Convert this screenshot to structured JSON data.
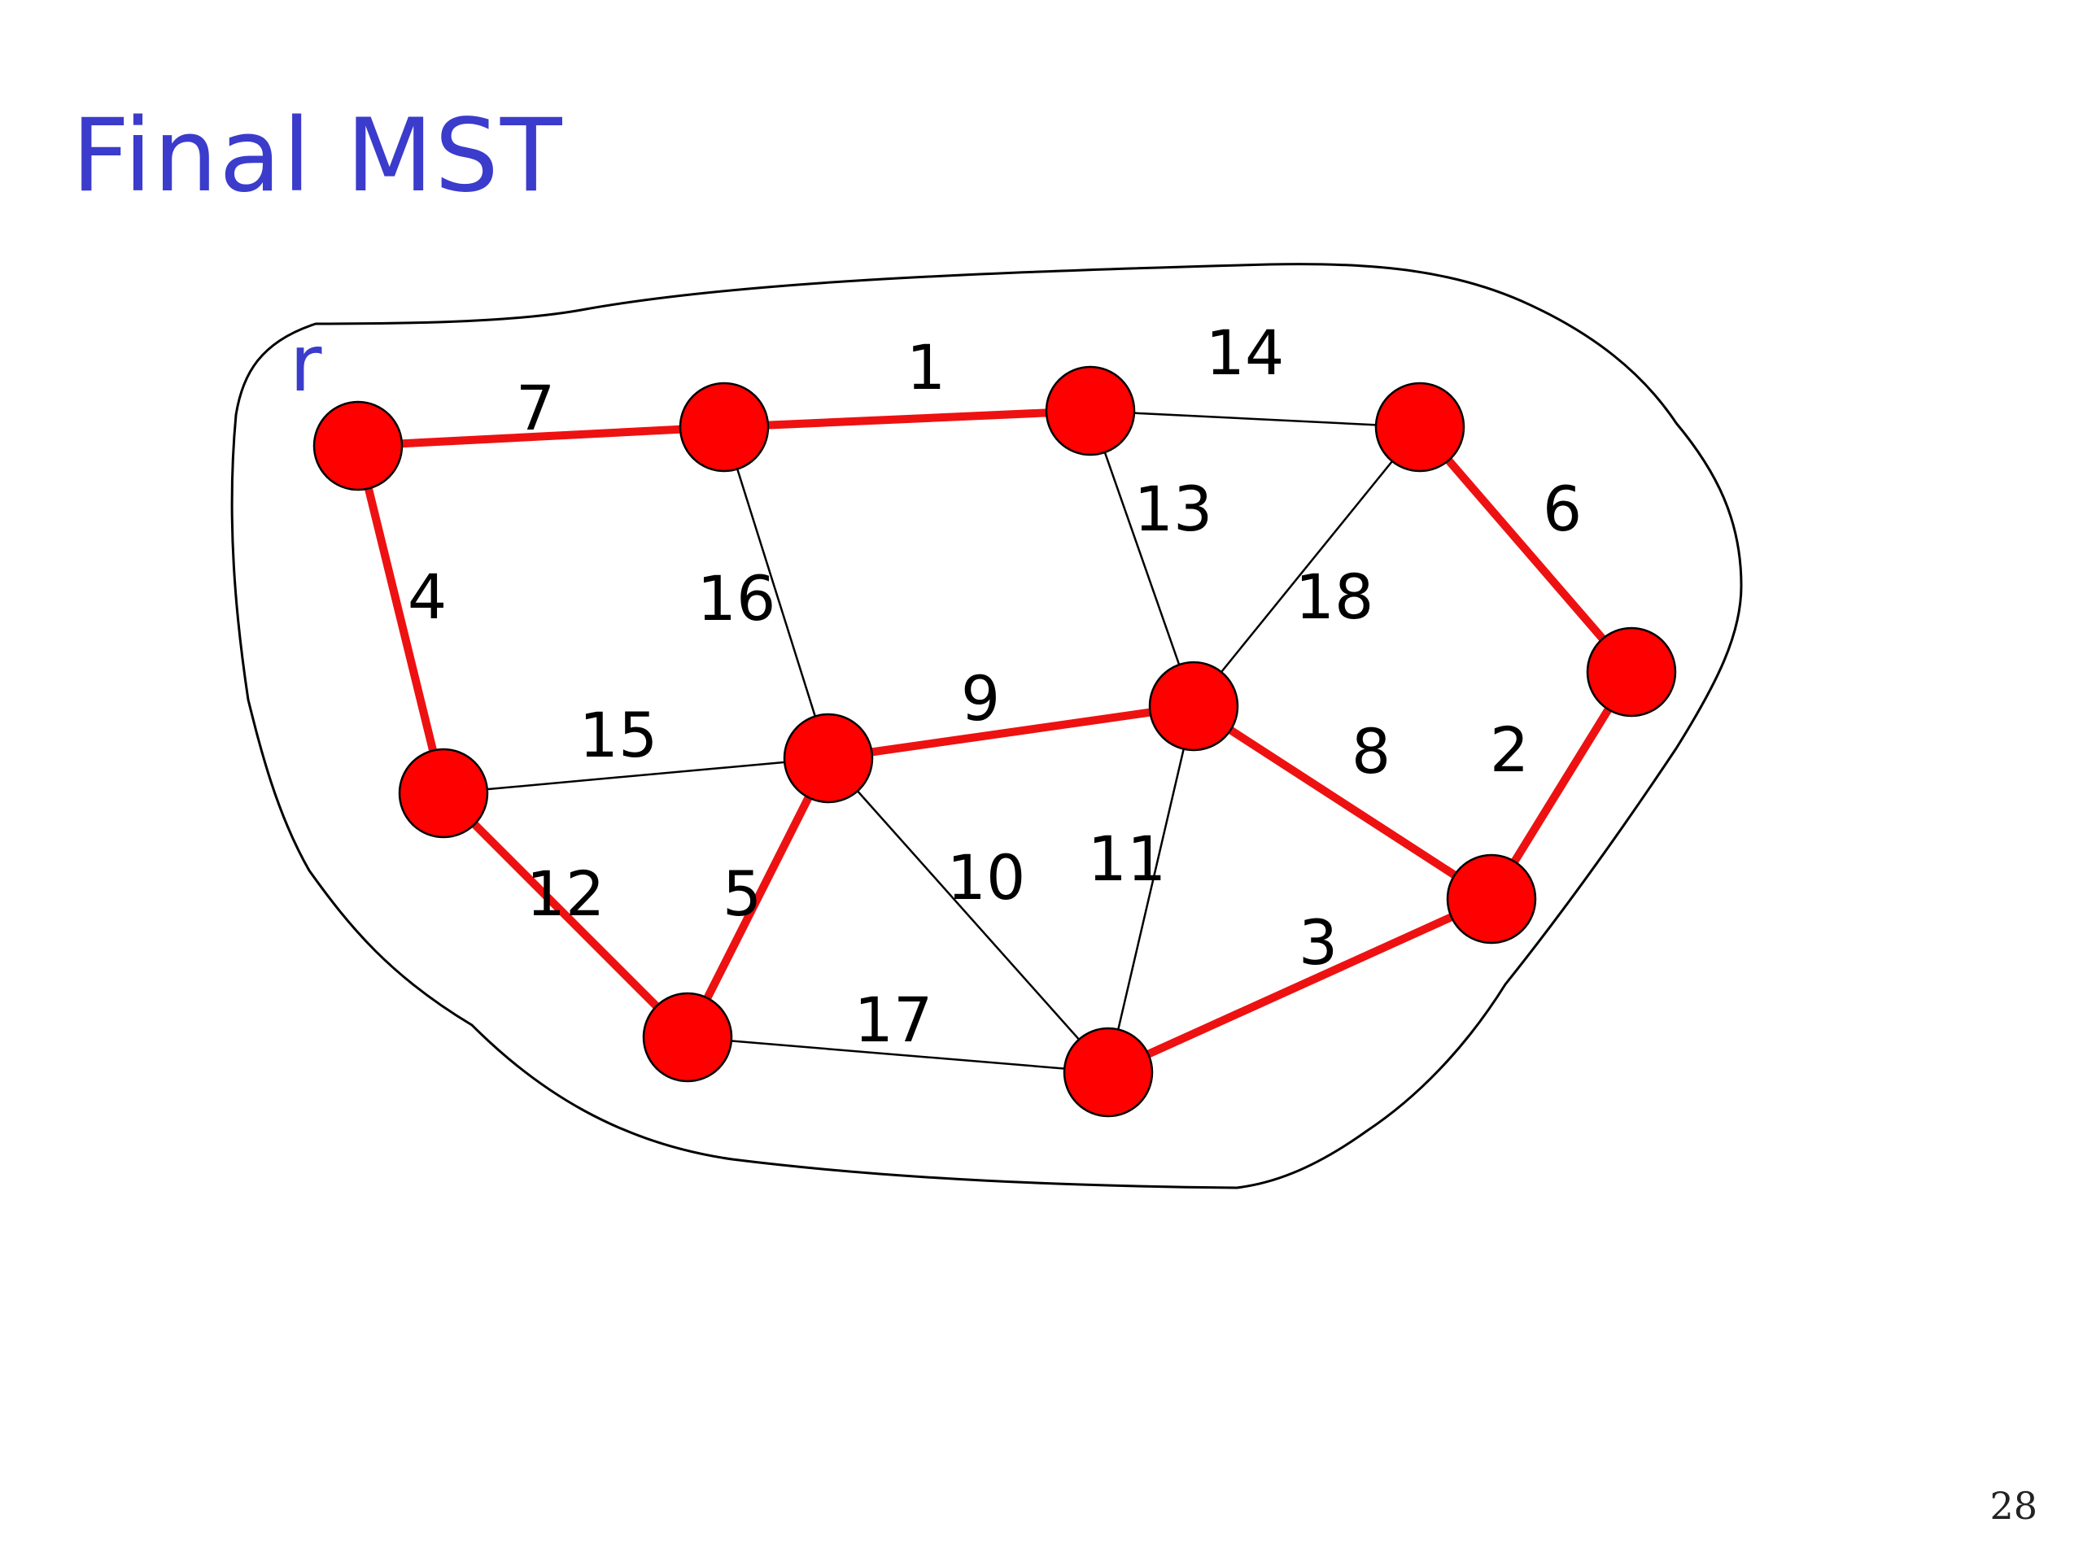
{
  "slide": {
    "title": "Final MST",
    "page_number": "28"
  },
  "colors": {
    "title": "#3b3bcc",
    "node_fill": "#ff0000",
    "mst_edge": "#ee1111",
    "other_edge": "#000000",
    "outline": "#000000"
  },
  "graph": {
    "root_label": "r",
    "nodes": [
      "n1",
      "n2",
      "n3",
      "n4",
      "n5",
      "n6",
      "n7",
      "n8",
      "n9",
      "n10",
      "n11",
      "n12"
    ],
    "edges": [
      {
        "id": "e7",
        "from": "n1",
        "to": "n2",
        "weight": "7",
        "mst": true
      },
      {
        "id": "e1",
        "from": "n2",
        "to": "n3",
        "weight": "1",
        "mst": true
      },
      {
        "id": "e14",
        "from": "n3",
        "to": "n4",
        "weight": "14",
        "mst": false
      },
      {
        "id": "e6",
        "from": "n4",
        "to": "n12",
        "weight": "6",
        "mst": true
      },
      {
        "id": "e4",
        "from": "n1",
        "to": "n5",
        "weight": "4",
        "mst": true
      },
      {
        "id": "e16",
        "from": "n2",
        "to": "n6",
        "weight": "16",
        "mst": false
      },
      {
        "id": "e13",
        "from": "n3",
        "to": "n7",
        "weight": "13",
        "mst": false
      },
      {
        "id": "e18",
        "from": "n4",
        "to": "n7",
        "weight": "18",
        "mst": false
      },
      {
        "id": "e15",
        "from": "n5",
        "to": "n6",
        "weight": "15",
        "mst": false
      },
      {
        "id": "e9",
        "from": "n6",
        "to": "n7",
        "weight": "9",
        "mst": true
      },
      {
        "id": "e8",
        "from": "n7",
        "to": "n11",
        "weight": "8",
        "mst": true
      },
      {
        "id": "e2",
        "from": "n12",
        "to": "n11",
        "weight": "2",
        "mst": true
      },
      {
        "id": "e12",
        "from": "n5",
        "to": "n8",
        "weight": "12",
        "mst": true
      },
      {
        "id": "e5",
        "from": "n6",
        "to": "n8",
        "weight": "5",
        "mst": true
      },
      {
        "id": "e10",
        "from": "n6",
        "to": "n9",
        "weight": "10",
        "mst": false
      },
      {
        "id": "e11",
        "from": "n7",
        "to": "n9",
        "weight": "11",
        "mst": false
      },
      {
        "id": "e17",
        "from": "n8",
        "to": "n9",
        "weight": "17",
        "mst": false
      },
      {
        "id": "e3",
        "from": "n9",
        "to": "n11",
        "weight": "3",
        "mst": true
      }
    ]
  }
}
